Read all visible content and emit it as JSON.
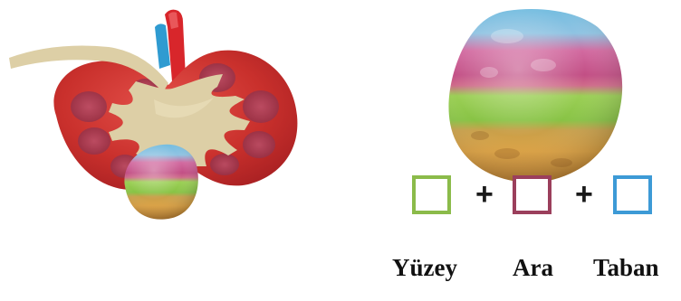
{
  "legend": {
    "items": [
      {
        "label": "Yüzey",
        "color": "#8bbb4a"
      },
      {
        "label": "Ara",
        "color": "#9b3f5c"
      },
      {
        "label": "Taban",
        "color": "#3d9ad6"
      }
    ],
    "separator": "+"
  },
  "colors": {
    "kidney_outer": "#c9302c",
    "kidney_inner": "#a5394e",
    "collecting_system": "#ddcfa6",
    "artery": "#d8262b",
    "vein": "#2f9bd1",
    "stone_top": "#6cb6db",
    "stone_mid": "#c24f85",
    "stone_band": "#8fc748",
    "stone_bottom": "#d99a39"
  },
  "icons": {
    "kidney": "kidney-illustration",
    "stone": "kidney-stone-illustration"
  }
}
